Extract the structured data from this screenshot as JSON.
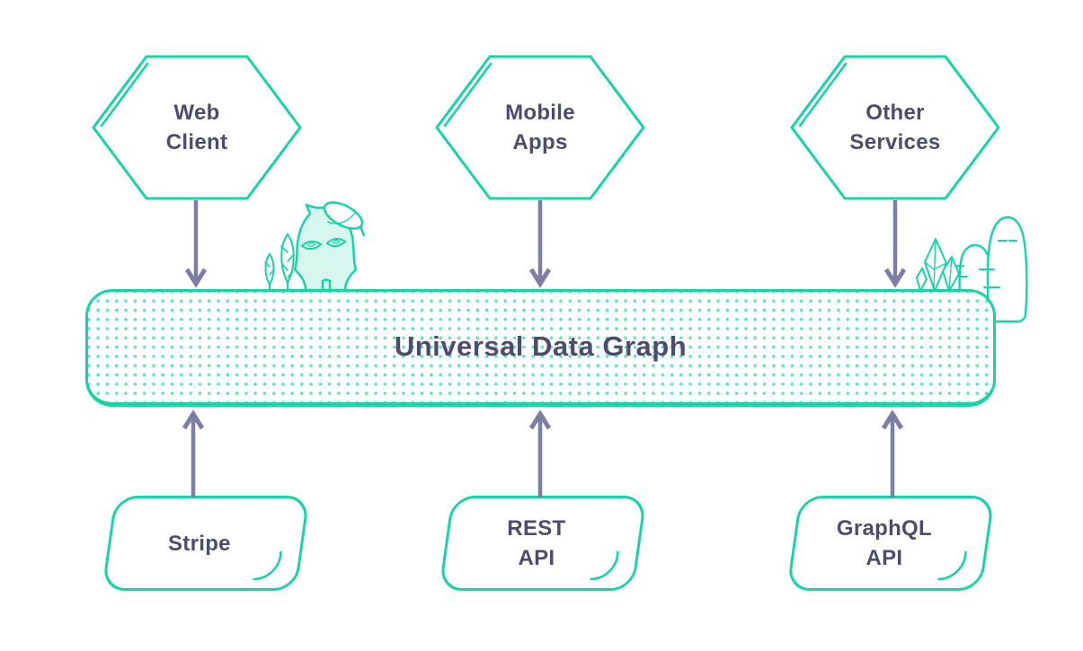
{
  "colors": {
    "teal": "#17d3a6",
    "mint": "#d7f7ee",
    "dot": "#58e3c2",
    "text": "#4c4c6e",
    "arrow": "#7d7da6",
    "bg": "#ffffff"
  },
  "hub": {
    "title": "Universal Data Graph"
  },
  "clients": [
    {
      "id": "web-client",
      "lines": [
        "Web",
        "Client"
      ]
    },
    {
      "id": "mobile-apps",
      "lines": [
        "Mobile",
        "Apps"
      ]
    },
    {
      "id": "other-services",
      "lines": [
        "Other",
        "Services"
      ]
    }
  ],
  "sources": [
    {
      "id": "stripe",
      "lines": [
        "Stripe",
        ""
      ]
    },
    {
      "id": "rest-api",
      "lines": [
        "REST",
        "API"
      ]
    },
    {
      "id": "graphql-api",
      "lines": [
        "GraphQL",
        "API"
      ]
    }
  ],
  "decorations": {
    "left": "ghost-mascot-with-leaves",
    "right": "crystals-and-cacti"
  }
}
